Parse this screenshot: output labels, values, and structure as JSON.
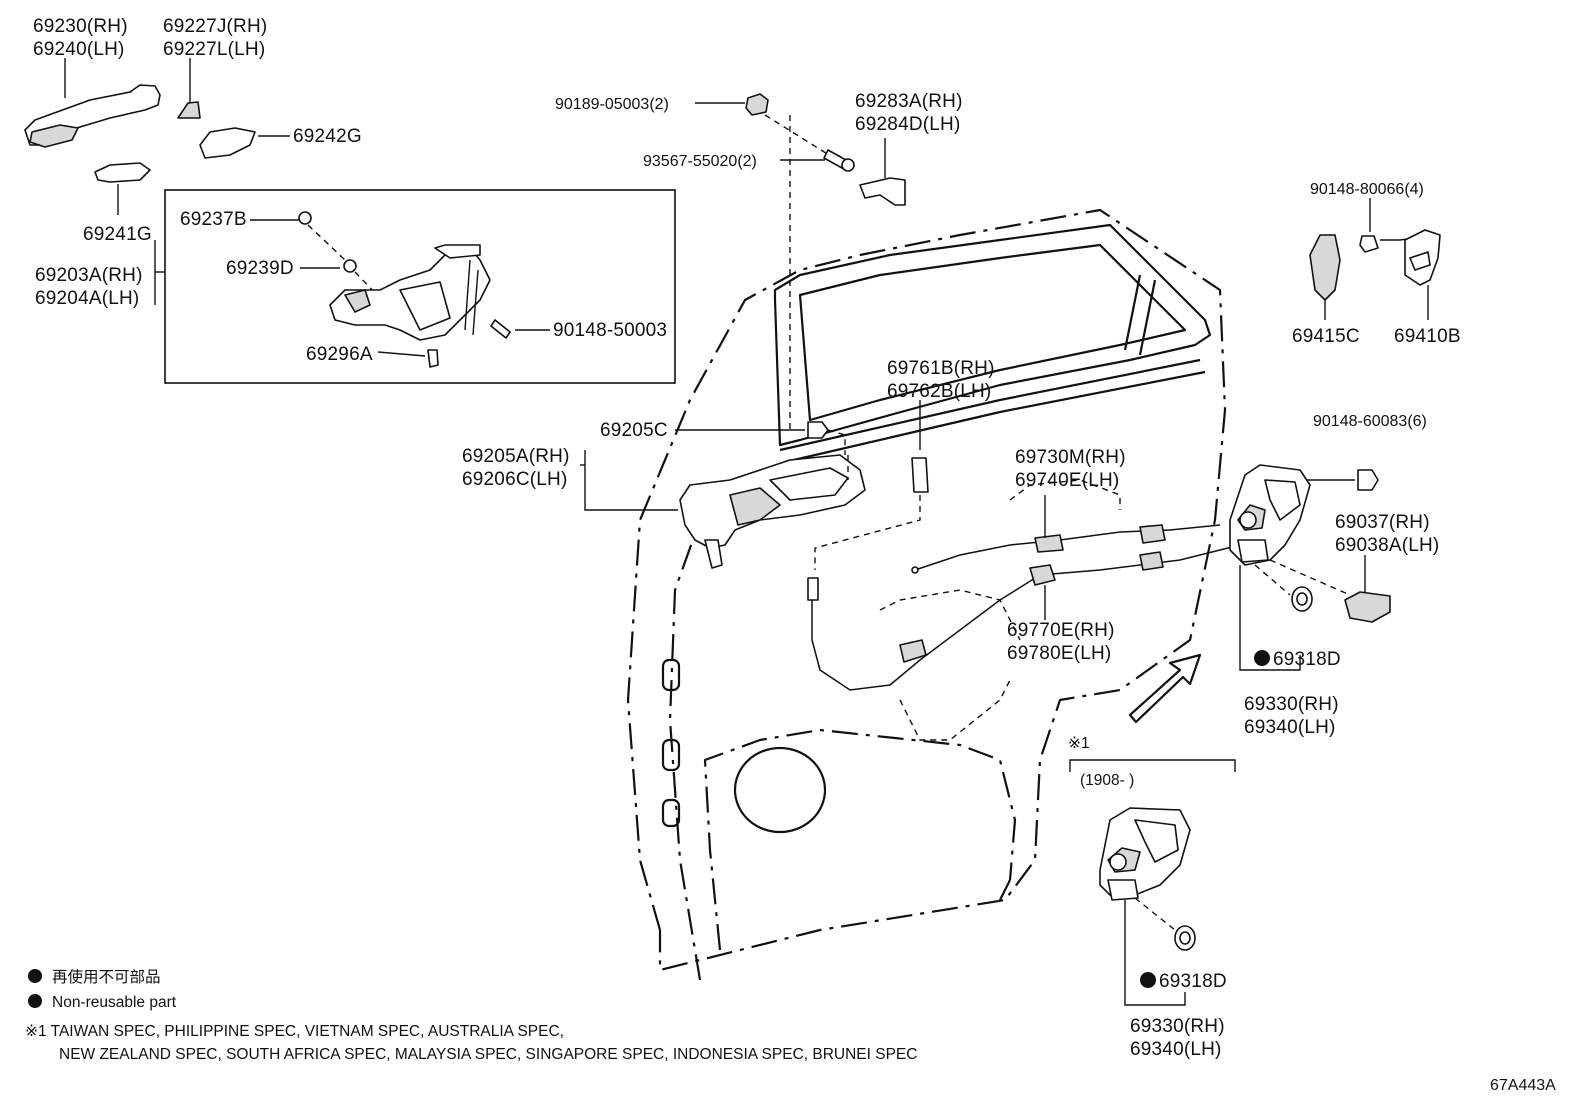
{
  "labels": {
    "p69230": "69230(RH)",
    "p69240": "69240(LH)",
    "p69227J": "69227J(RH)",
    "p69227L": "69227L(LH)",
    "p69242G": "69242G",
    "p69241G": "69241G",
    "p69237B": "69237B",
    "p69239D": "69239D",
    "p69203A": "69203A(RH)",
    "p69204A": "69204A(LH)",
    "p90148_50003": "90148-50003",
    "p69296A": "69296A",
    "p90189": "90189-05003(2)",
    "p93567": "93567-55020(2)",
    "p69283A": "69283A(RH)",
    "p69284D": "69284D(LH)",
    "p90148_80066": "90148-80066(4)",
    "p69415C": "69415C",
    "p69410B": "69410B",
    "p69761B": "69761B(RH)",
    "p69762B": "69762B(LH)",
    "p69205C": "69205C",
    "p69205A": "69205A(RH)",
    "p69206C": "69206C(LH)",
    "p90148_60083": "90148-60083(6)",
    "p69730M": "69730M(RH)",
    "p69740E": "69740E(LH)",
    "p69037": "69037(RH)",
    "p69038A": "69038A(LH)",
    "p69770E": "69770E(RH)",
    "p69780E": "69780E(LH)",
    "p69318D_a": "69318D",
    "p69330_a": "69330(RH)",
    "p69340_a": "69340(LH)",
    "p69318D_b": "69318D",
    "p69330_b": "69330(RH)",
    "p69340_b": "69340(LH)"
  },
  "inset": {
    "marker": "※1",
    "date_range": "(1908-        )"
  },
  "legend": {
    "jp": "再使用不可部品",
    "en": "Non-reusable part",
    "note_line1": "※1 TAIWAN SPEC, PHILIPPINE SPEC, VIETNAM SPEC, AUSTRALIA SPEC,",
    "note_line2": "NEW ZEALAND SPEC, SOUTH AFRICA SPEC, MALAYSIA SPEC, SINGAPORE SPEC, INDONESIA SPEC, BRUNEI SPEC"
  },
  "figure_code": "67A443A"
}
